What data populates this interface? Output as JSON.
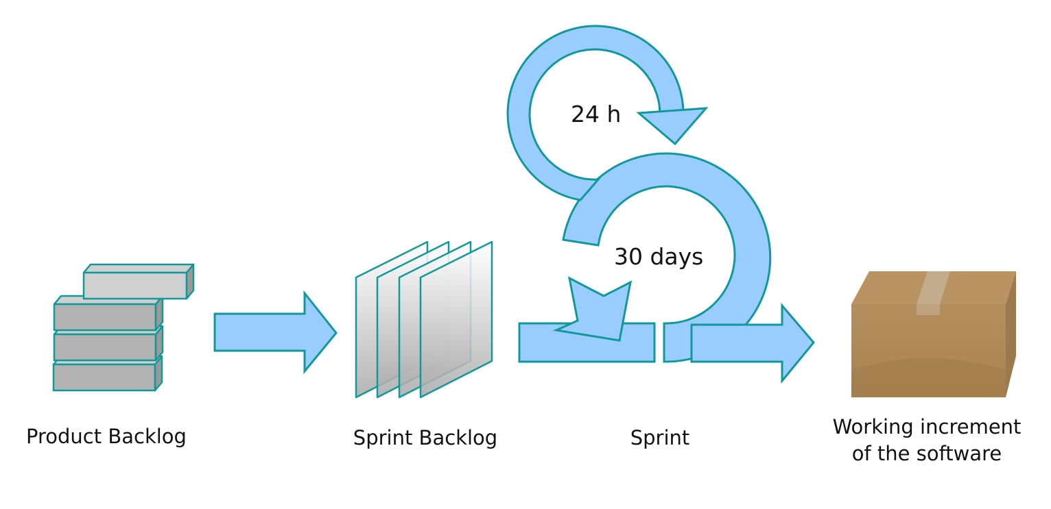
{
  "stages": {
    "product_backlog": {
      "label": "Product Backlog"
    },
    "sprint_backlog": {
      "label": "Sprint Backlog"
    },
    "sprint": {
      "label": "Sprint"
    },
    "increment": {
      "label_line1": "Working increment",
      "label_line2": "of the software"
    }
  },
  "cycles": {
    "daily": {
      "label": "24 h"
    },
    "sprint": {
      "label": "30 days"
    }
  },
  "colors": {
    "arrow_fill": "#99ccff",
    "arrow_stroke": "#119999",
    "block_fill": "#b3b3b3",
    "block_top": "#d0d0d0",
    "block_side": "#999999",
    "box_front": "#ad8755",
    "box_top": "#b99462",
    "box_side": "#9c7a4c",
    "box_tape": "#c7b499"
  }
}
